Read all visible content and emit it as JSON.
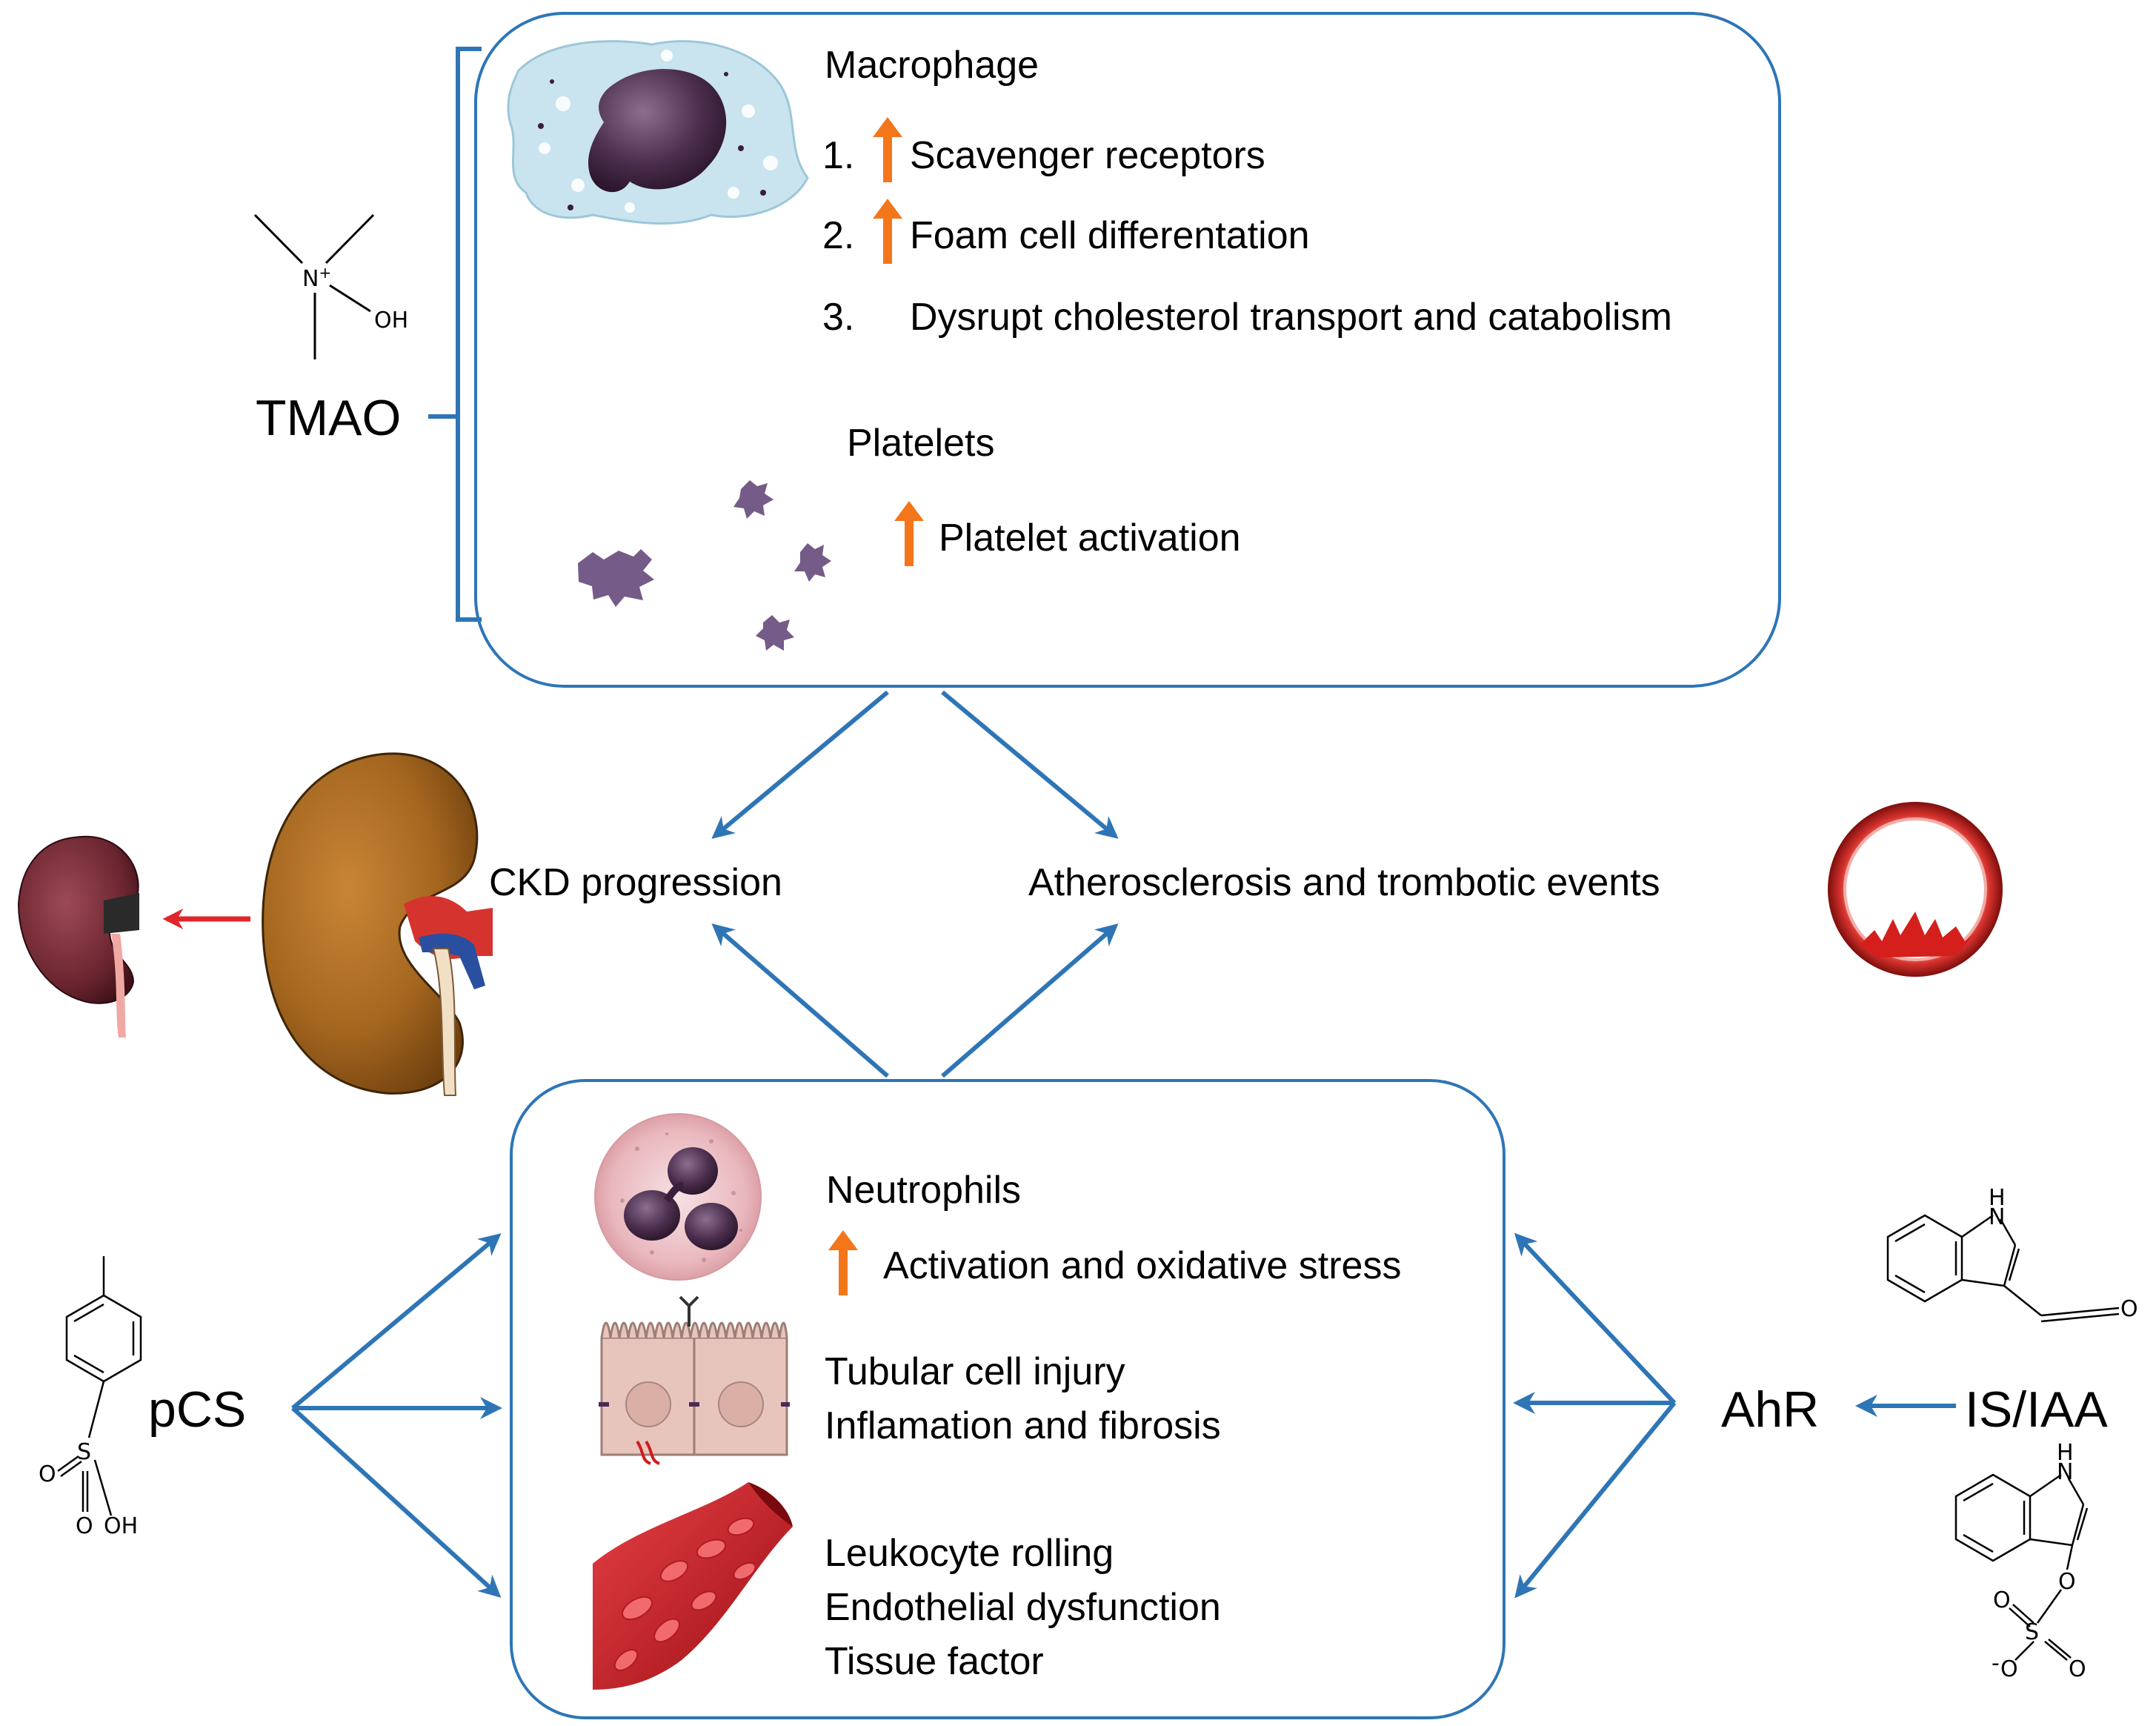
{
  "colors": {
    "box_border": "#2E75B6",
    "arrow_blue": "#2E75B6",
    "arrow_orange": "#F4761B",
    "arrow_red": "#E0262B"
  },
  "tmao": {
    "label": "TMAO",
    "chem": {
      "n_plus": "N",
      "plus": "+",
      "oh": "OH"
    }
  },
  "top_box": {
    "macrophage_title": "Macrophage",
    "items": [
      {
        "num": "1.",
        "text": "Scavenger receptors",
        "up_arrow": true
      },
      {
        "num": "2.",
        "text": "Foam cell differentation",
        "up_arrow": true
      },
      {
        "num": "3.",
        "text": "Dysrupt cholesterol transport and catabolism",
        "up_arrow": false
      }
    ],
    "platelets_title": "Platelets",
    "platelet_item": "Platelet activation"
  },
  "middle": {
    "ckd": "CKD  progression",
    "athero": "Atherosclerosis and trombotic events"
  },
  "bottom_box": {
    "neutrophils_title": "Neutrophils",
    "neutrophils_item": "Activation and oxidative stress",
    "tubular_lines": [
      "Tubular cell injury",
      "Inflamation and fibrosis"
    ],
    "vessel_lines": [
      "Leukocyte rolling",
      "Endothelial dysfunction",
      "Tissue factor"
    ]
  },
  "pcs": {
    "label": "pCS",
    "chem": {
      "s": "S",
      "o1": "O",
      "o2": "O",
      "oh": "OH"
    }
  },
  "ahr": {
    "label": "AhR"
  },
  "is_iaa": {
    "label": "IS/IAA",
    "chem_top": {
      "h": "H",
      "n": "N",
      "o": "O"
    },
    "chem_bottom": {
      "h": "H",
      "n": "N",
      "o": "O",
      "s": "S",
      "o1": "O",
      "o2": "O",
      "o3": "O",
      "minus": "-"
    }
  }
}
